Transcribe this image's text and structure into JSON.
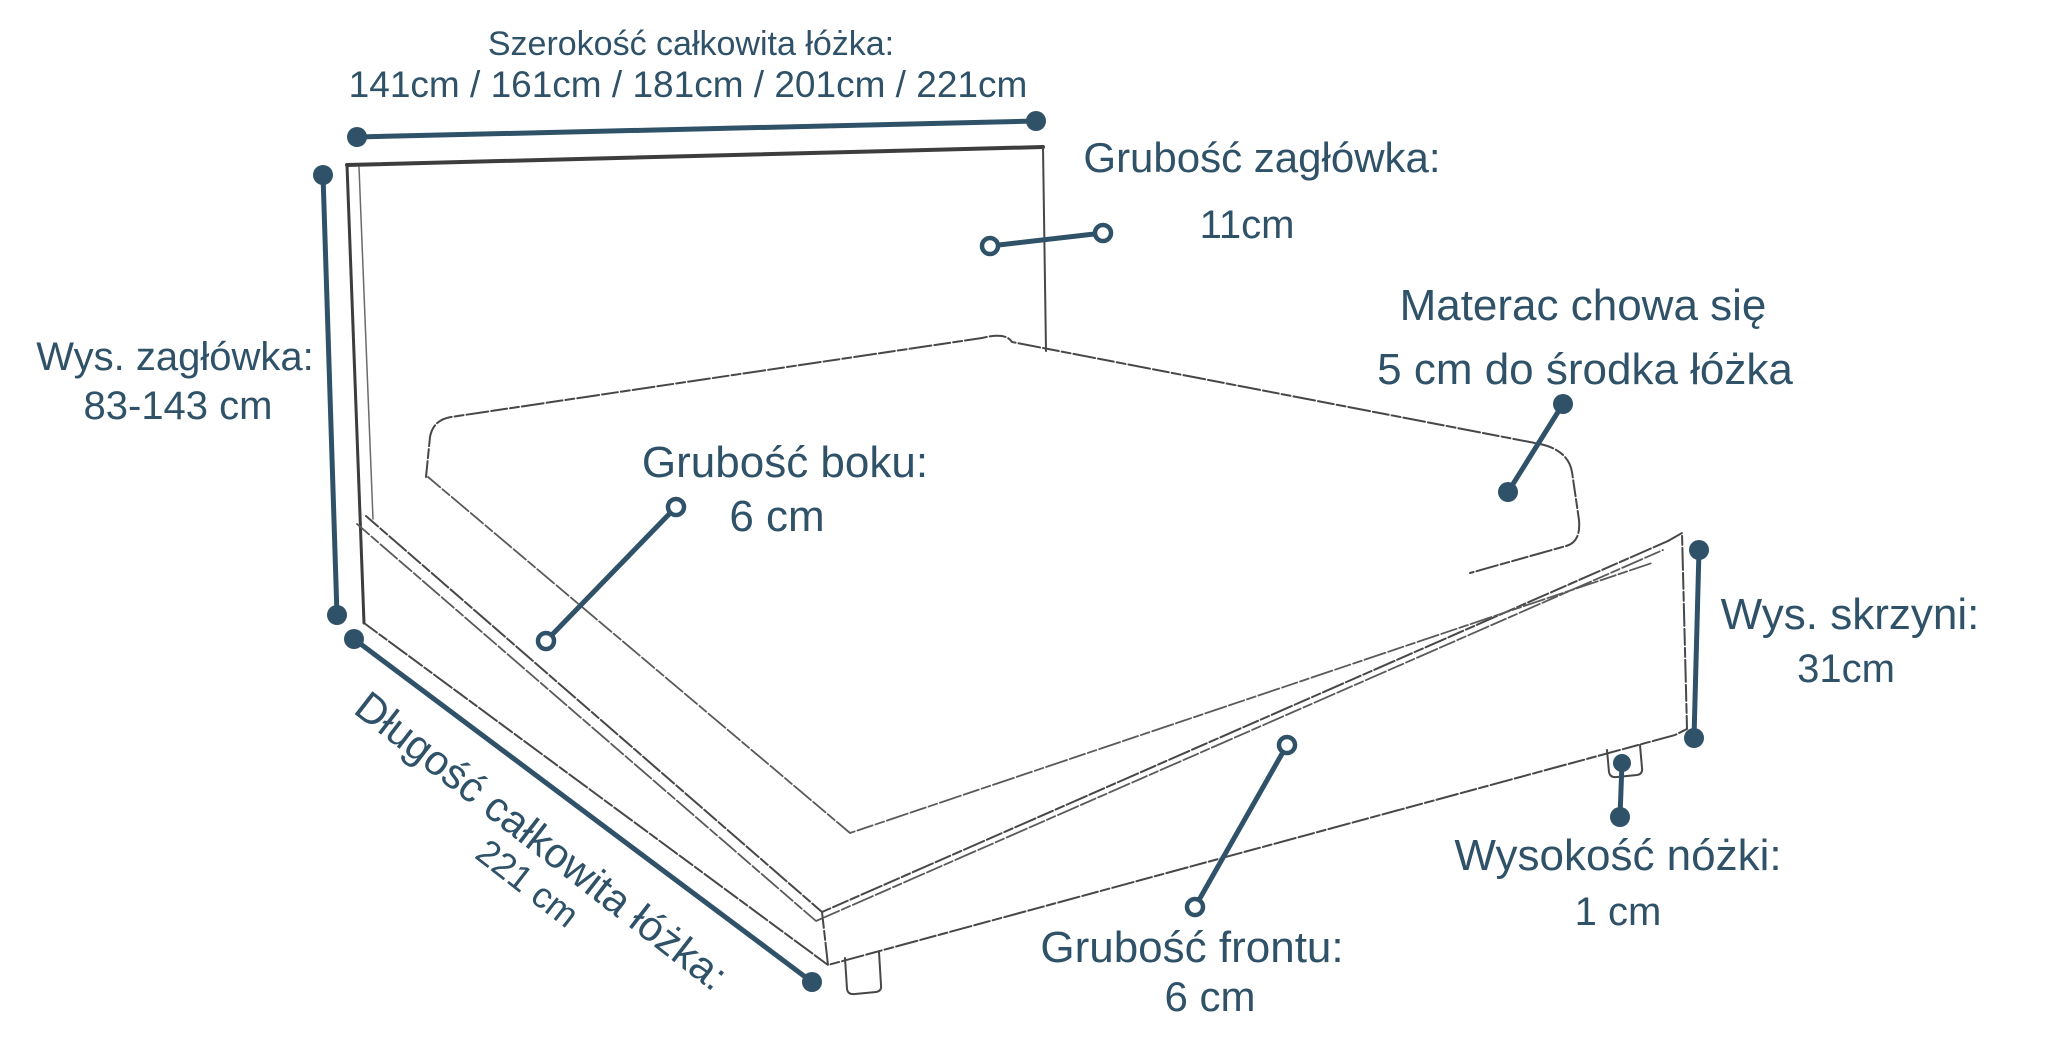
{
  "figure": {
    "kind": "bed-dimension-diagram",
    "language": "pl",
    "colors": {
      "annotation": "#2f5269",
      "sketch": "#474747",
      "background": "#ffffff"
    }
  },
  "annotations": {
    "total_width": {
      "label": "Szerokość całkowita łóżka:",
      "value": "141cm / 161cm / 181cm / 201cm / 221cm"
    },
    "headboard_height": {
      "label": "Wys. zagłówka:",
      "value": "83-143 cm"
    },
    "headboard_thickness": {
      "label": "Grubość zagłówka:",
      "value": "11cm"
    },
    "mattress_note": {
      "line1": "Materac chowa się",
      "line2": "5 cm do środka łóżka"
    },
    "side_thickness": {
      "label": "Grubość boku:",
      "value": "6 cm"
    },
    "box_height": {
      "label": "Wys. skrzyni:",
      "value": "31cm"
    },
    "total_length": {
      "label": "Długość całkowita łóżka:",
      "value": "221 cm"
    },
    "front_thickness": {
      "label": "Grubość frontu:",
      "value": "6 cm"
    },
    "leg_height": {
      "label": "Wysokość nóżki:",
      "value": "1 cm"
    }
  }
}
